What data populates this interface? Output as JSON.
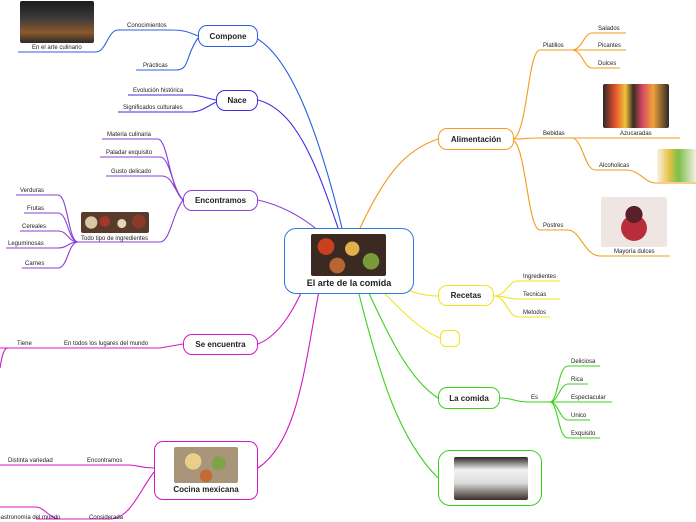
{
  "center": {
    "title": "El arte de la comida",
    "image": "food-spread-photo"
  },
  "colors": {
    "blue": "#2b5fe0",
    "indigo": "#3f2ee0",
    "purple": "#8a3fd6",
    "magenta": "#d318c4",
    "orange": "#f29b1d",
    "yellow": "#f2e31b",
    "green": "#3ad21b"
  },
  "compone": {
    "title": "Compone",
    "conocimientos": "Conocimientos",
    "practicas": "Prácticas",
    "arte_culinario": "En el arte culinario",
    "image": "chef-cooking-photo"
  },
  "nace": {
    "title": "Nace",
    "items": [
      "Evolución histórica",
      "Significados culturales"
    ]
  },
  "encontramos": {
    "title": "Encontramos",
    "items": [
      "Materia culinaria",
      "Paladar exquisito",
      "Gusto delicado",
      "Todo tipo de ingredientes"
    ],
    "ingredientes": [
      "Verduras",
      "Frutas",
      "Cereales",
      "Leguminosas",
      "Carnes"
    ],
    "image": "ingredients-photo"
  },
  "se_encuentra": {
    "title": "Se encuentra",
    "lugares": "En todos los lugares del mundo",
    "tiene": "Tiene"
  },
  "cocina_mexicana": {
    "title": "Cocina mexicana",
    "encontramos": "Encontramos",
    "variedad": "Distinta variedad",
    "considerada": "Considerada",
    "gastronomia": "Gastronomía del mundo",
    "image": "mexican-food-photo"
  },
  "alimentacion": {
    "title": "Alimentación",
    "platillos": {
      "label": "Platillos",
      "items": [
        "Salados",
        "Picantes",
        "Dulces"
      ]
    },
    "bebidas": {
      "label": "Bebidas",
      "azucaradas": "Azucaradas",
      "alcoholicas": "Alcoholicas"
    },
    "postres": {
      "label": "Postres",
      "mayoria": "Mayoría dulces"
    }
  },
  "recetas": {
    "title": "Recetas",
    "items": [
      "Ingredientes",
      "Tecnicas",
      "Metodos"
    ]
  },
  "empty_topic": {
    "title": ""
  },
  "la_comida": {
    "title": "La comida",
    "es": "Es",
    "items": [
      "Deliciosa",
      "Rica",
      "Espectacular",
      "Unico",
      "Exquisito"
    ]
  },
  "chef_topic": {
    "image": "chef-plating-photo"
  }
}
